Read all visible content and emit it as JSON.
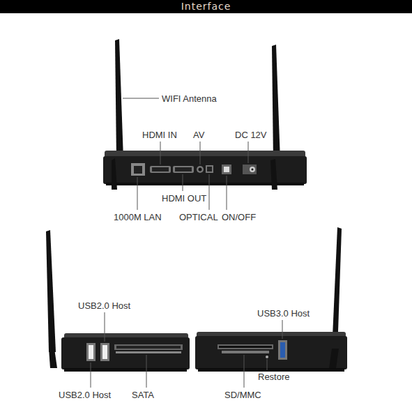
{
  "diagram": {
    "title": "Interface",
    "labels": [
      "WIFI Antenna",
      "HDMI IN",
      "AV",
      "DC 12V",
      "HDMI OUT",
      "1000M LAN",
      "OPTICAL",
      "ON/OFF",
      "USB2.0 Host",
      "USB2.0 Host",
      "SATA",
      "USB3.0 Host",
      "Restore",
      "SD/MMC"
    ]
  }
}
